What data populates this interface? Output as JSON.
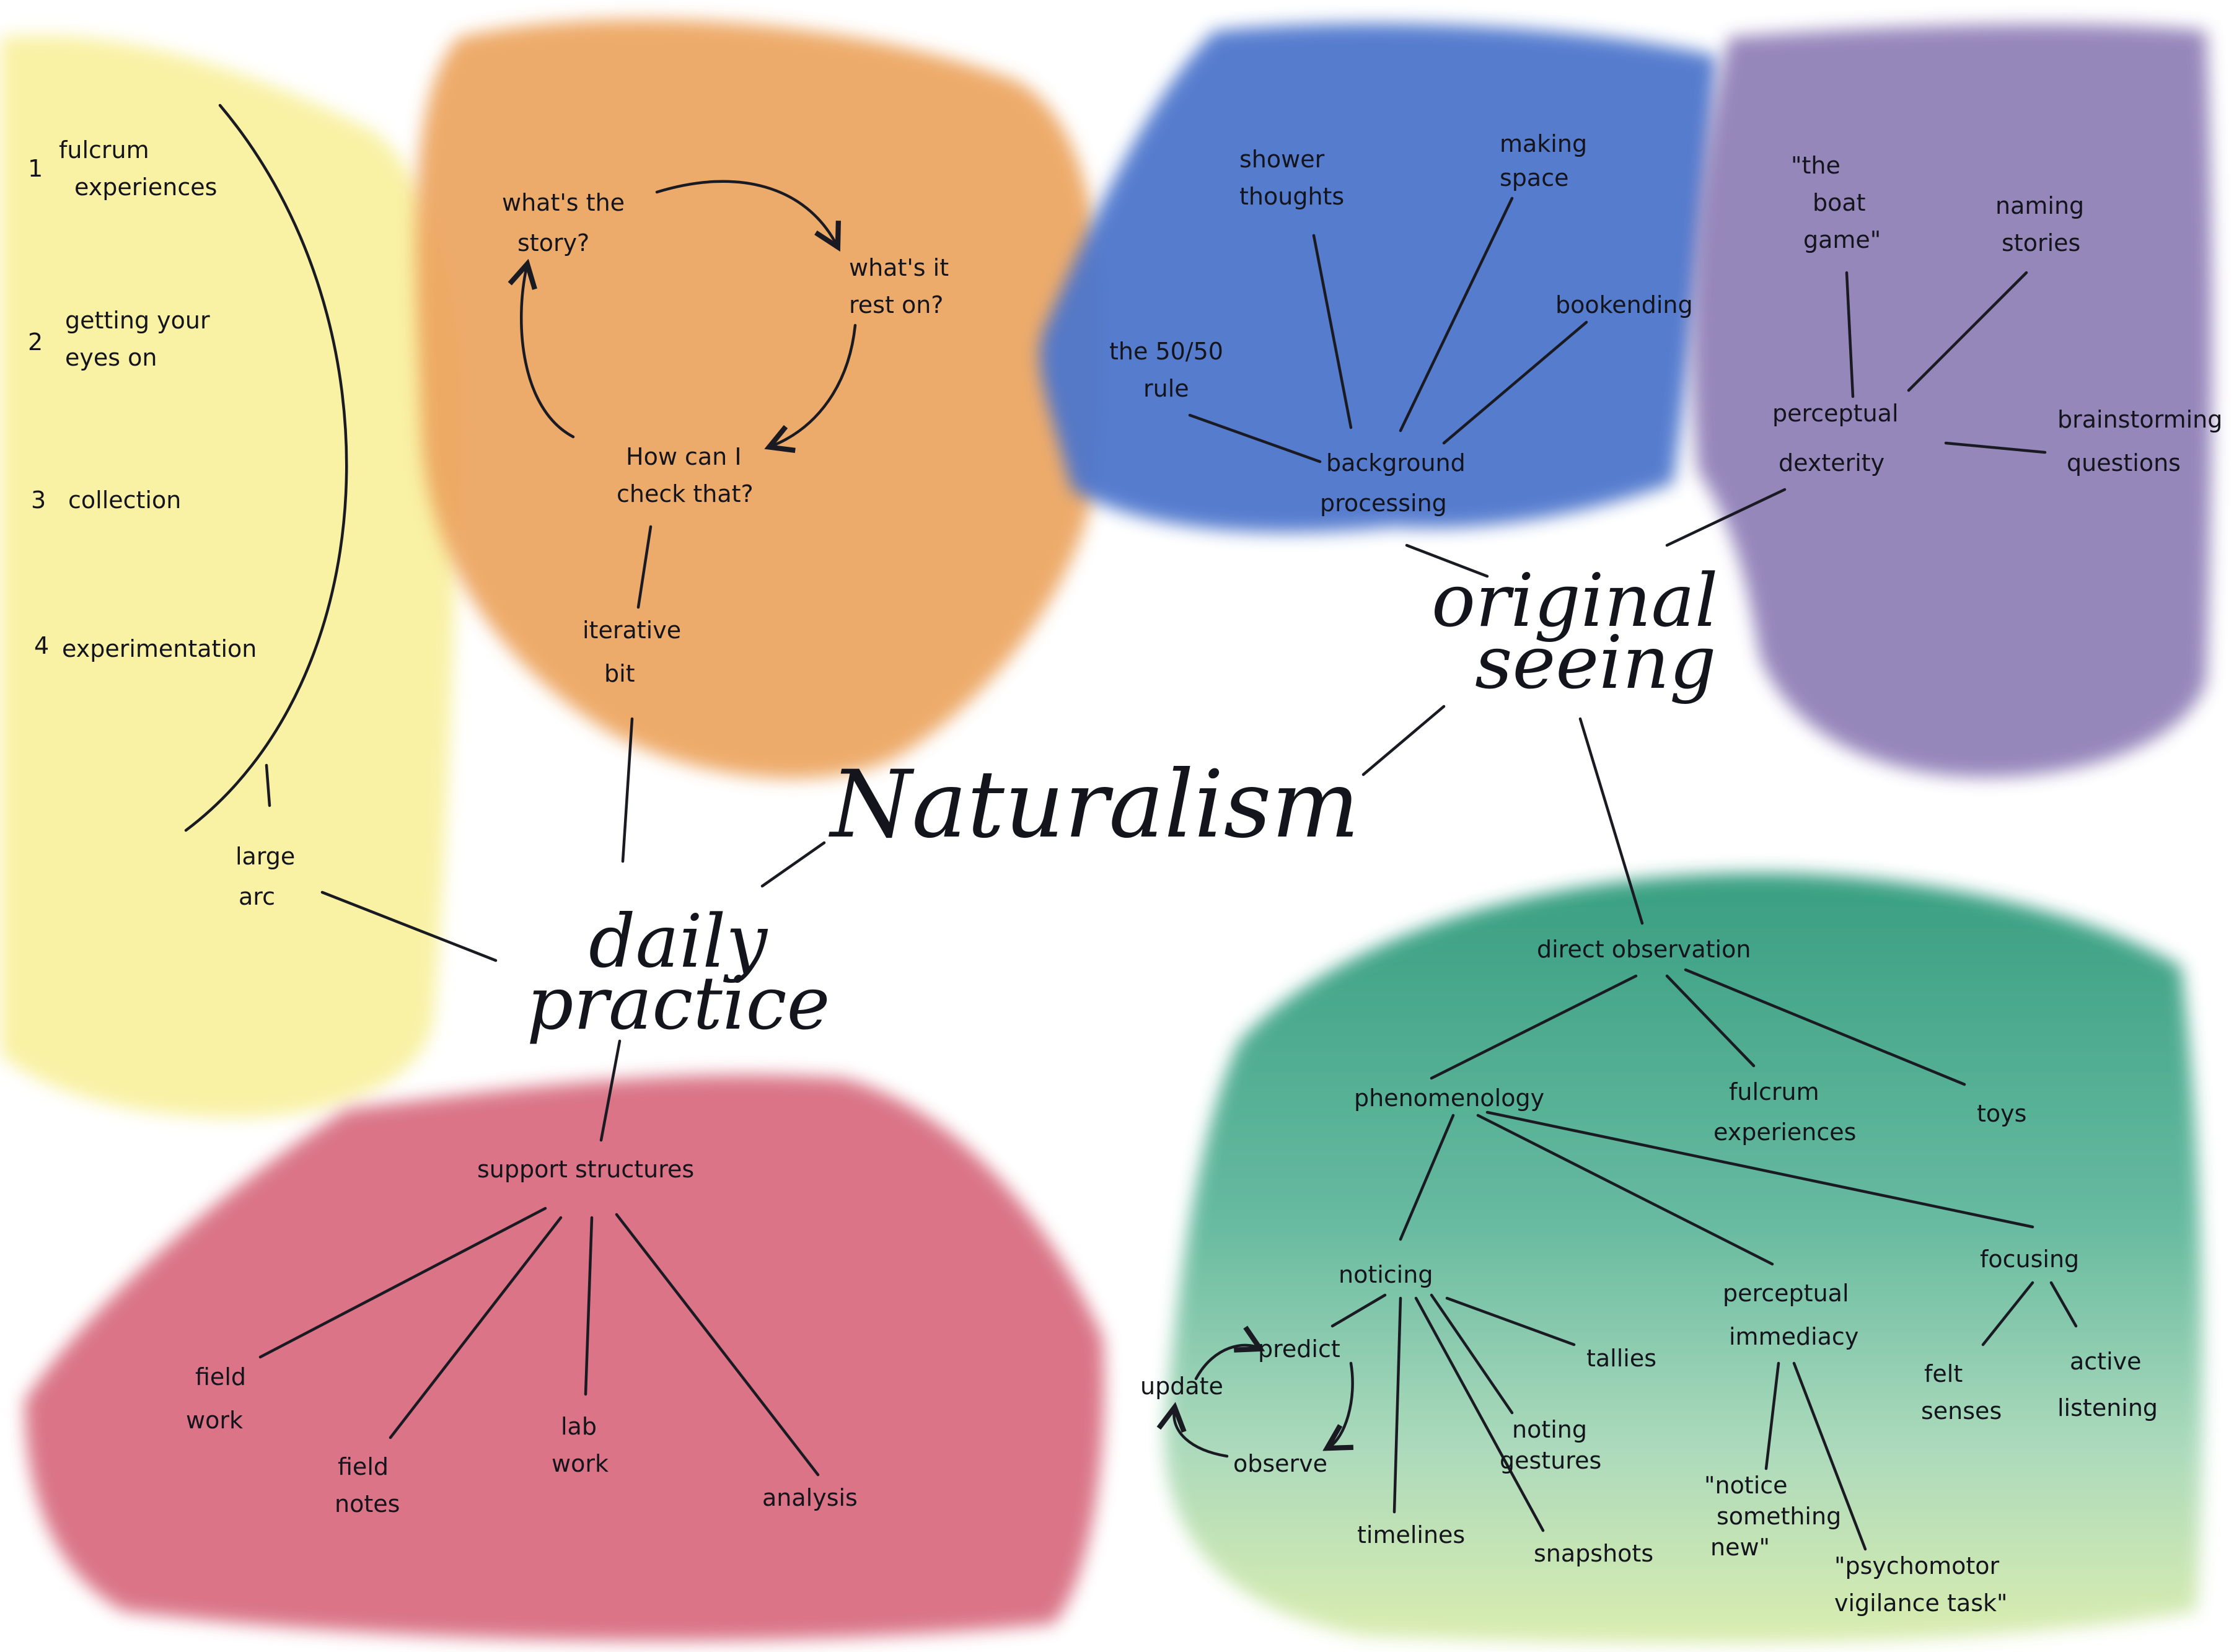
{
  "hub": "Naturalism",
  "daily_practice": {
    "line1": "daily",
    "line2": "practice"
  },
  "original_seeing": {
    "line1": "original",
    "line2": "seeing"
  },
  "steps": [
    {
      "n": "1",
      "line1": "fulcrum",
      "line2": "experiences"
    },
    {
      "n": "2",
      "line1": "getting your",
      "line2": "eyes on"
    },
    {
      "n": "3",
      "line1": "collection"
    },
    {
      "n": "4",
      "line1": "experimentation"
    }
  ],
  "large_arc": {
    "line1": "large",
    "line2": "arc"
  },
  "cycle": {
    "story": {
      "line1": "what's the",
      "line2": "story?"
    },
    "rest_on": {
      "line1": "what's it",
      "line2": "rest on?"
    },
    "check": {
      "line1": "How can I",
      "line2": "check that?"
    }
  },
  "iterative_bit": {
    "line1": "iterative",
    "line2": "bit"
  },
  "support": {
    "title": "support structures",
    "field_work": {
      "line1": "field",
      "line2": "work"
    },
    "field_notes": {
      "line1": "field",
      "line2": "notes"
    },
    "lab_work": {
      "line1": "lab",
      "line2": "work"
    },
    "analysis": "analysis"
  },
  "background": {
    "title": {
      "line1": "background",
      "line2": "processing"
    },
    "shower": {
      "line1": "shower",
      "line2": "thoughts"
    },
    "making_space": {
      "line1": "making",
      "line2": "space"
    },
    "bookending": "bookending",
    "rule": {
      "line1": "the 50/50",
      "line2": "rule"
    }
  },
  "perceptual_dexterity": {
    "title": {
      "line1": "perceptual",
      "line2": "dexterity"
    },
    "boat": {
      "line1": "\"the",
      "line2": "boat",
      "line3": "game\""
    },
    "naming": {
      "line1": "naming",
      "line2": "stories"
    },
    "brainstorm": {
      "line1": "brainstorming",
      "line2": "questions"
    }
  },
  "direct_observation": {
    "title": "direct observation",
    "phenomenology": "phenomenology",
    "fulcrum": {
      "line1": "fulcrum",
      "line2": "experiences"
    },
    "toys": "toys",
    "noticing": "noticing",
    "predict": "predict",
    "update": "update",
    "observe": "observe",
    "timelines": "timelines",
    "snapshots": "snapshots",
    "noting_gestures": {
      "line1": "noting",
      "line2": "gestures"
    },
    "tallies": "tallies",
    "perceptual_immediacy": {
      "line1": "perceptual",
      "line2": "immediacy"
    },
    "notice_new": {
      "line1": "\"notice",
      "line2": "something",
      "line3": "new\""
    },
    "pvt": {
      "line1": "\"psychomotor",
      "line2": "vigilance task\""
    },
    "focusing": "focusing",
    "felt_senses": {
      "line1": "felt",
      "line2": "senses"
    },
    "active_listening": {
      "line1": "active",
      "line2": "listening"
    }
  },
  "colors": {
    "yellow": "#f8ef95",
    "orange": "#eca45e",
    "blue": "#4d76cc",
    "purple": "#8e7db6",
    "red": "#d6667a",
    "green": "#3fa487",
    "ink": "#14141c"
  }
}
